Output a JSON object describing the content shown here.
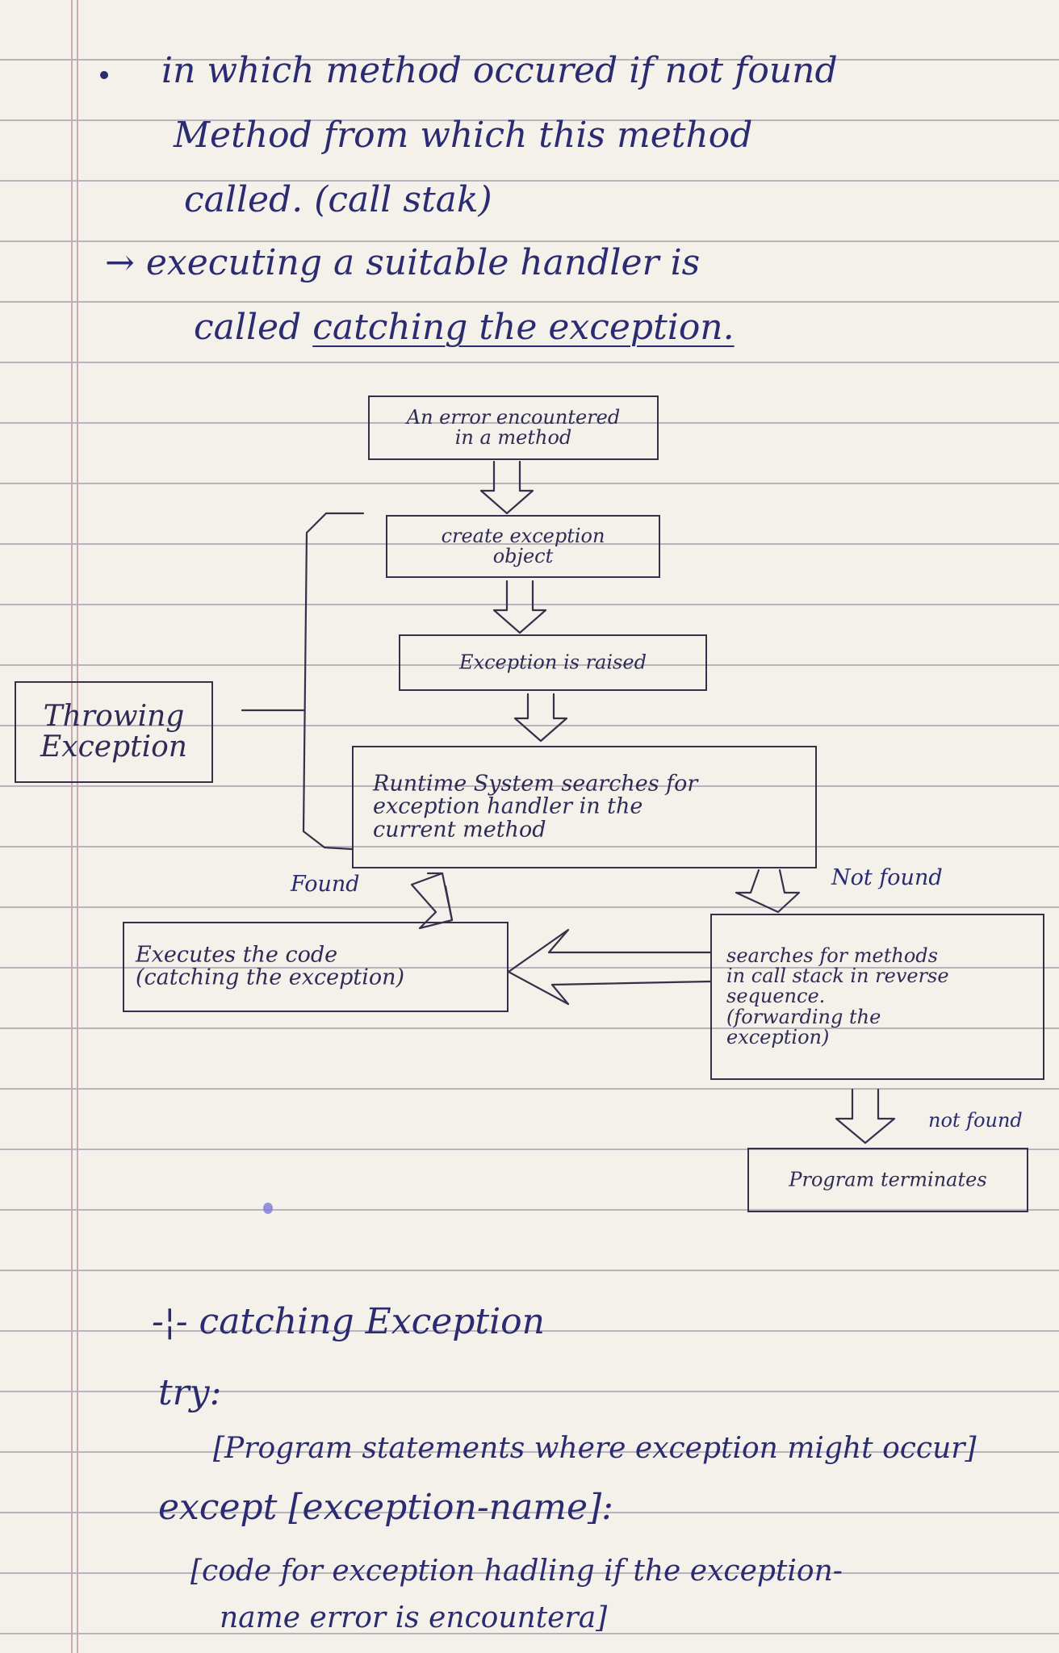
{
  "intro": {
    "line1": "in which method occured if not found",
    "line2": "Method from which this method",
    "line3": "called. (call stak)",
    "arrow_line1": "→ executing a suitable handler is",
    "arrow_line2_a": "called ",
    "arrow_line2_b": "catching the exception."
  },
  "flowchart": {
    "box1": "An error encountered\nin a method",
    "box2": "create exception\nobject",
    "box3": "Exception is raised",
    "box4": "Runtime System searches for\nexception handler in the\ncurrent method",
    "side_label": "Throwing\nException",
    "found_label": "Found",
    "not_found_label": "Not found",
    "box5": "Executes the code\n(catching the exception)",
    "box6": "searches for methods\nin call stack in reverse\nsequence.\n(forwarding the\nexception)",
    "not_found_label2": "not found",
    "box7": "Program terminates"
  },
  "catching": {
    "heading": "-¦- catching Exception",
    "try": "try:",
    "try_body": "[Program statements where exception might occur]",
    "except": "except [exception-name]:",
    "except_body_1": "[code for exception hadling if the exception-",
    "except_body_2": "name error is encountera]"
  },
  "colors": {
    "ink": "#2b2b72",
    "box_ink": "#3a2f4a",
    "ruling": "#b9b3bd",
    "margin": "#c9a9b6"
  }
}
